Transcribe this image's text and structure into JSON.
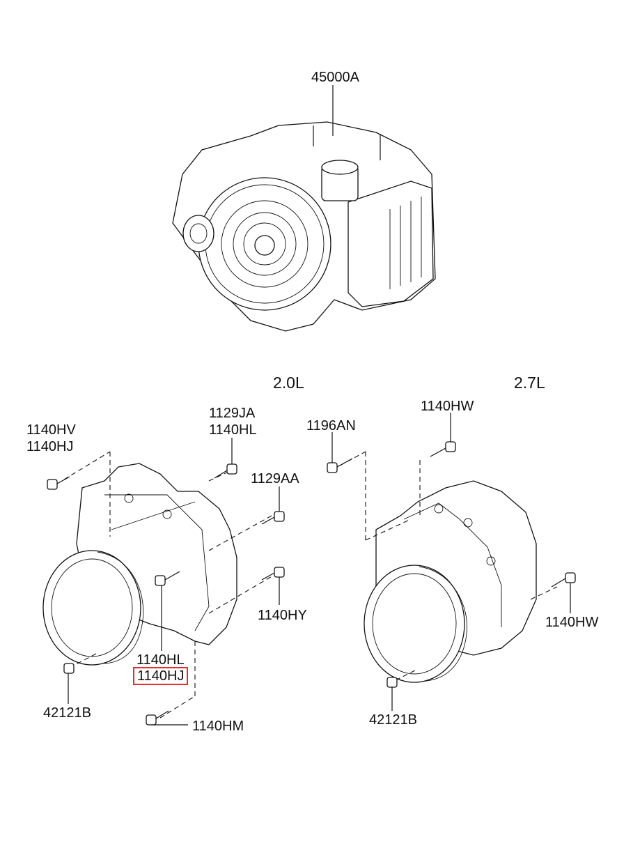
{
  "diagram": {
    "main_part": "45000A",
    "variants": {
      "left": "2.0L",
      "right": "2.7L"
    },
    "left_labels": {
      "hv": "1140HV",
      "hj_top": "1140HJ",
      "ja": "1129JA",
      "hl_top": "1140HL",
      "aa": "1129AA",
      "hy": "1140HY",
      "hl_bottom": "1140HL",
      "hj_highlight": "1140HJ",
      "b_left": "42121B",
      "hm": "1140HM"
    },
    "right_labels": {
      "an": "1196AN",
      "hw_top": "1140HW",
      "hw_side": "1140HW",
      "b_right": "42121B"
    },
    "highlight_color": "#e03030"
  }
}
